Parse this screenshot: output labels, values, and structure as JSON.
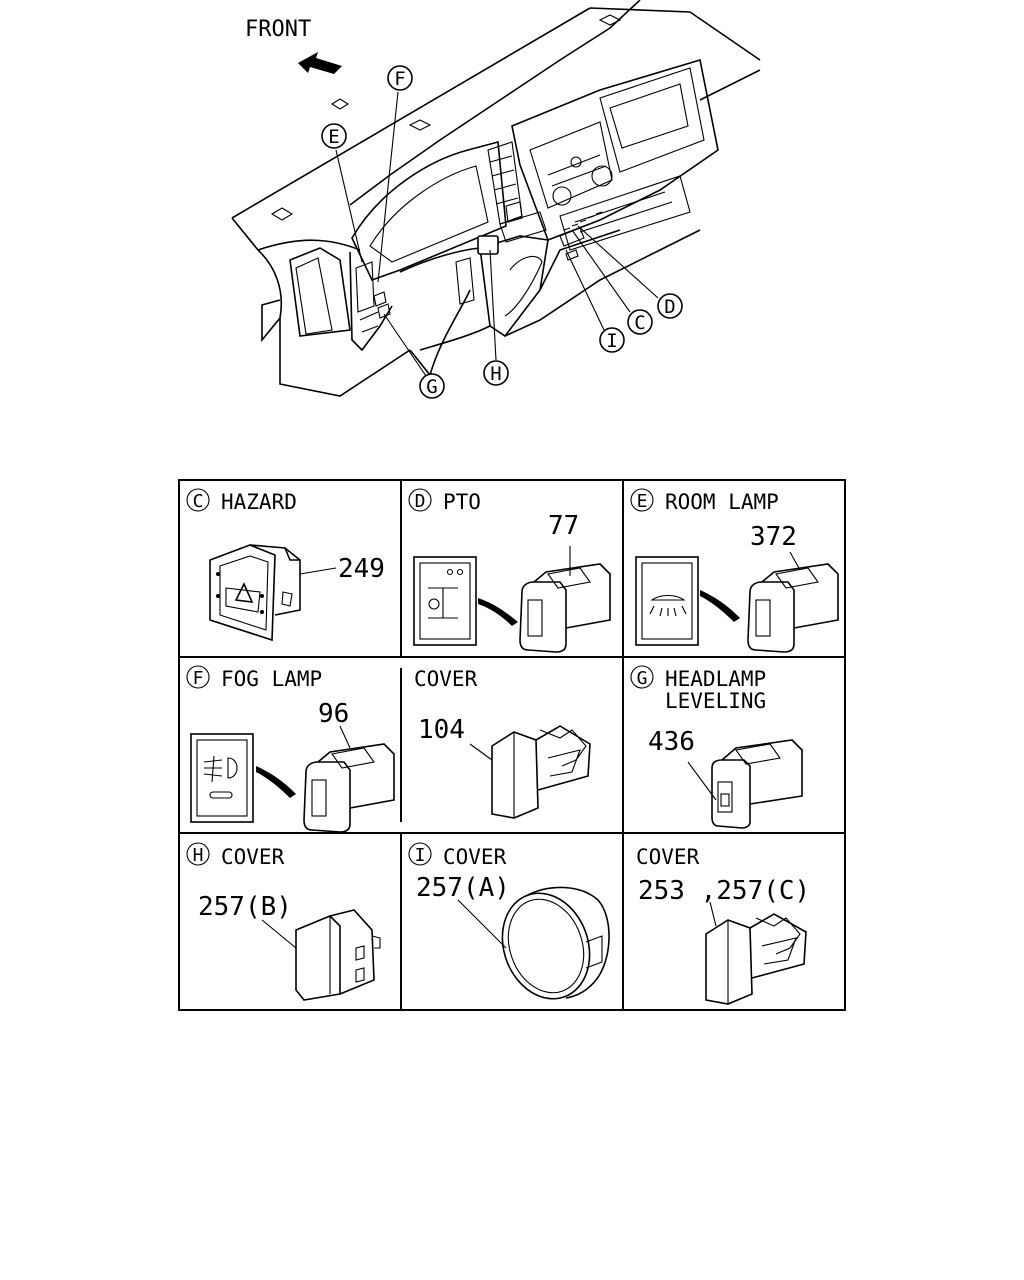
{
  "front_label": "FRONT",
  "callouts": {
    "E": "E",
    "F": "F",
    "G": "G",
    "H": "H",
    "I": "I",
    "C": "C",
    "D": "D"
  },
  "table": {
    "cells": [
      {
        "letter": "C",
        "title": "HAZARD",
        "title2": "",
        "part": "249"
      },
      {
        "letter": "D",
        "title": "PTO",
        "title2": "",
        "part": "77"
      },
      {
        "letter": "E",
        "title": "ROOM LAMP",
        "title2": "",
        "part": "372"
      },
      {
        "letter": "F",
        "title": "FOG LAMP",
        "title2": "",
        "part": "96"
      },
      {
        "letter": "",
        "title": "COVER",
        "title2": "",
        "part": "104"
      },
      {
        "letter": "G",
        "title": "HEADLAMP",
        "title2": "LEVELING",
        "part": "436"
      },
      {
        "letter": "H",
        "title": "COVER",
        "title2": "",
        "part": "257(B)"
      },
      {
        "letter": "I",
        "title": "COVER",
        "title2": "",
        "part": "257(A)"
      },
      {
        "letter": "",
        "title": "COVER",
        "title2": "",
        "part": "253 ,257(C)"
      }
    ]
  }
}
